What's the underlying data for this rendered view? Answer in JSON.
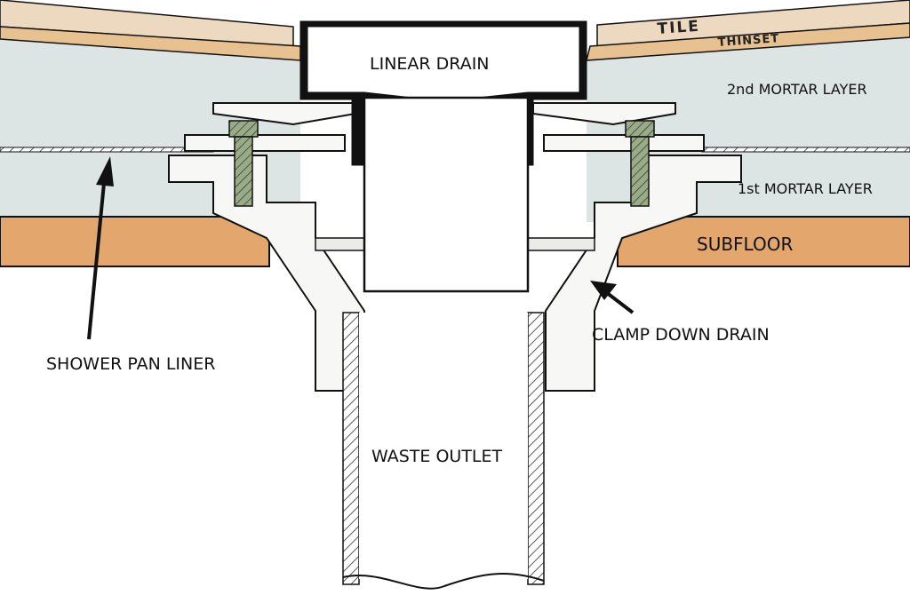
{
  "labels": {
    "tile": "TILE",
    "thinset": "THINSET",
    "linear_drain": "LINEAR DRAIN",
    "second_mortar": "2nd MORTAR LAYER",
    "first_mortar": "1st MORTAR LAYER",
    "subfloor": "SUBFLOOR",
    "shower_pan_liner": "SHOWER PAN LINER",
    "clamp_down_drain": "CLAMP DOWN DRAIN",
    "waste_outlet": "WASTE OUTLET"
  },
  "colors": {
    "mortar": "#dde5e4",
    "subfloor": "#e3a76e",
    "tile": "#ecd9c0",
    "thinset": "#e8c190",
    "bolt": "#9aab88",
    "drain_body": "#f7f7f5",
    "outline": "#111111"
  }
}
